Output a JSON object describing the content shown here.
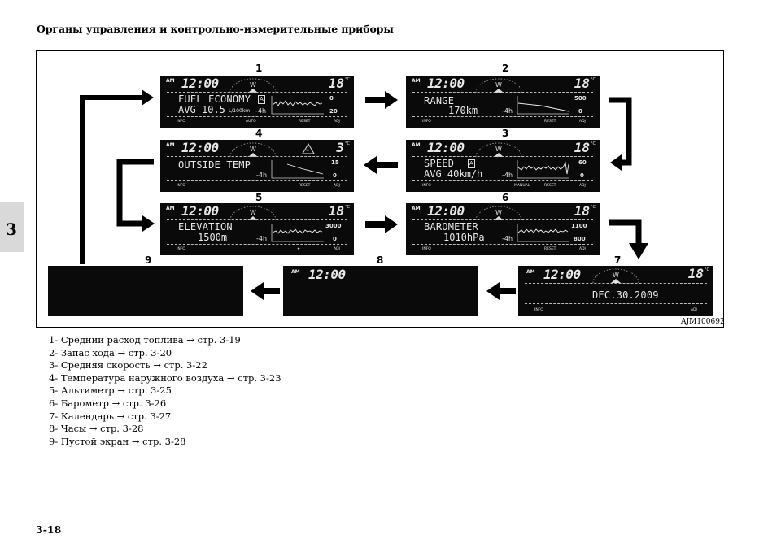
{
  "header": {
    "title": "Органы управления и контрольно-измерительные приборы"
  },
  "chapter": {
    "number": "3"
  },
  "figure": {
    "id": "AJM100692",
    "panels": {
      "p1": {
        "num": "1",
        "am": "AM",
        "time": "12:00",
        "temp": "18",
        "unit": "°C",
        "line1": "FUEL ECONOMY",
        "icon_a": "A",
        "line2a": "AVG",
        "line2b": "10.5",
        "line2c": "L/100km",
        "hist": "-4h",
        "g_top": "0",
        "g_bot": "20",
        "foot": [
          "INFO",
          "AUTO",
          "RESET",
          "ADJ"
        ]
      },
      "p2": {
        "num": "2",
        "am": "AM",
        "time": "12:00",
        "temp": "18",
        "unit": "°C",
        "line1": "RANGE",
        "line2": "170km",
        "hist": "-4h",
        "g_top": "500",
        "g_bot": "0",
        "foot": [
          "INFO",
          "RESET",
          "ADJ"
        ]
      },
      "p3": {
        "num": "3",
        "am": "AM",
        "time": "12:00",
        "temp": "18",
        "unit": "°C",
        "line1": "SPEED",
        "icon_a": "A",
        "line2": "AVG 40km/h",
        "hist": "-4h",
        "g_top": "60",
        "g_bot": "0",
        "foot": [
          "INFO",
          "MANUAL",
          "RESET",
          "ADJ"
        ]
      },
      "p4": {
        "num": "4",
        "am": "AM",
        "time": "12:00",
        "temp": "3",
        "unit": "°C",
        "line1": "OUTSIDE TEMP",
        "hist": "-4h",
        "g_top": "15",
        "g_bot": "0",
        "foot": [
          "INFO",
          "RESET",
          "ADJ"
        ]
      },
      "p5": {
        "num": "5",
        "am": "AM",
        "time": "12:00",
        "temp": "18",
        "unit": "°C",
        "line1": "ELEVATION",
        "line2": "1500m",
        "hist": "-4h",
        "g_top": "3000",
        "g_bot": "0",
        "foot": [
          "INFO",
          "★",
          "ADJ"
        ]
      },
      "p6": {
        "num": "6",
        "am": "AM",
        "time": "12:00",
        "temp": "18",
        "unit": "°C",
        "line1": "BAROMETER",
        "line2": "1010hPa",
        "hist": "-4h",
        "g_top": "1100",
        "g_bot": "800",
        "foot": [
          "INFO",
          "RESET",
          "ADJ"
        ]
      },
      "p7": {
        "num": "7",
        "am": "AM",
        "time": "12:00",
        "temp": "18",
        "unit": "°C",
        "line1": "DEC.30.2009",
        "foot": [
          "INFO",
          "ADJ"
        ]
      },
      "p8": {
        "num": "8",
        "am": "AM",
        "time": "12:00"
      },
      "p9": {
        "num": "9"
      }
    }
  },
  "legend": [
    "1- Средний расход топлива → стр. 3-19",
    "2- Запас хода → стр. 3-20",
    "3- Средняя скорость → стр. 3-22",
    "4- Температура наружного воздуха → стр. 3-23",
    "5- Альтиметр → стр. 3-25",
    "6- Барометр → стр. 3-26",
    "7- Календарь → стр. 3-27",
    "8- Часы → стр. 3-28",
    "9- Пустой экран → стр. 3-28"
  ],
  "footer": {
    "page": "3-18"
  },
  "colors": {
    "display_bg": "#0a0a0a",
    "display_fg": "#e8e8e8",
    "arrow": "#000000",
    "tab": "#d9d9d9"
  }
}
